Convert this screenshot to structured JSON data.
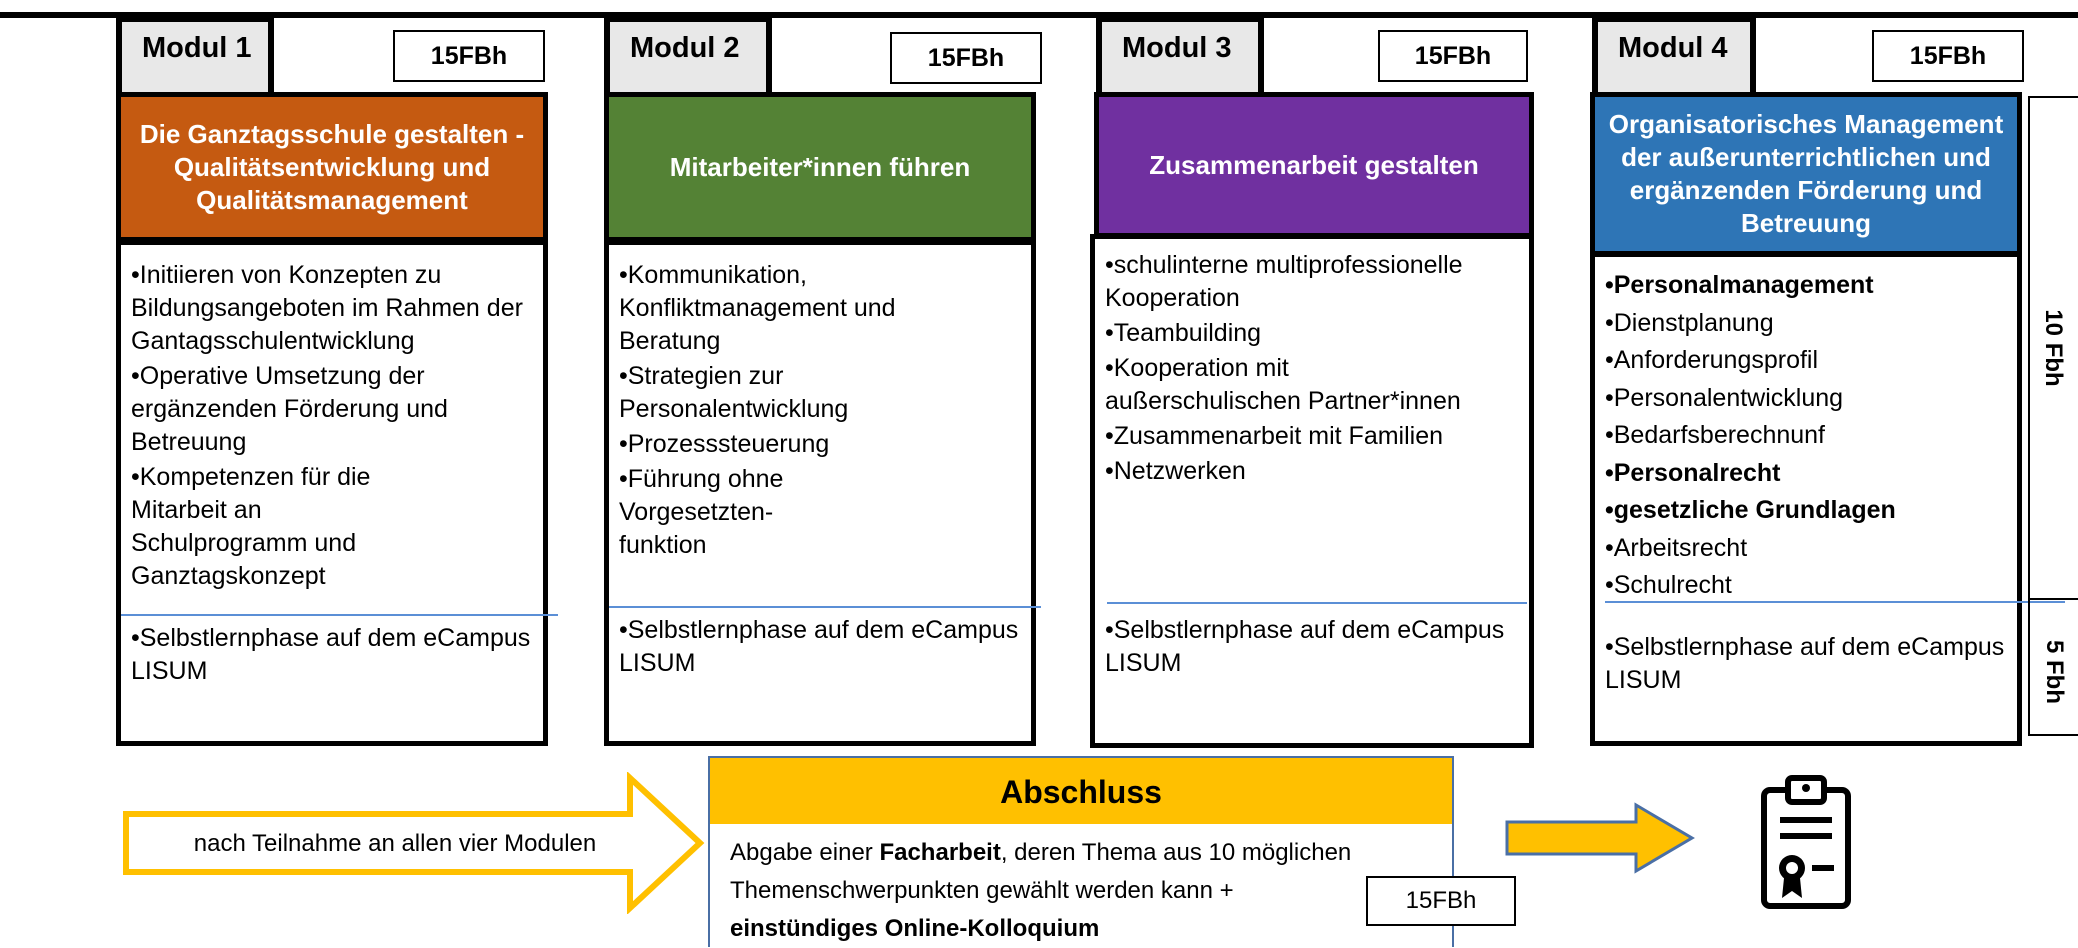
{
  "modules": [
    {
      "tab": "Modul 1",
      "hours": "15FBh",
      "title": "Die Ganztagsschule gestalten - Qualitätsentwicklung und Qualitätsmanagement",
      "color": "#c55a11",
      "items": [
        "•Initiieren von Konzepten zu Bildungsangeboten im Rahmen der Gantagsschulentwicklung",
        "•Operative Umsetzung der ergänzenden Förderung und Betreuung",
        "•Kompetenzen für die Mitarbeit an Schulprogramm und Ganztagskonzept"
      ],
      "self_study": "•Selbstlernphase auf dem eCampus LISUM"
    },
    {
      "tab": "Modul 2",
      "hours": "15FBh",
      "title": "Mitarbeiter*innen führen",
      "color": "#548235",
      "items": [
        "•Kommunikation, Konfliktmanagement und Beratung",
        "•Strategien zur Personalentwicklung",
        "•Prozesssteuerung",
        "•Führung ohne Vorgesetzten-funktion"
      ],
      "self_study": "•Selbstlernphase auf dem eCampus LISUM"
    },
    {
      "tab": "Modul 3",
      "hours": "15FBh",
      "title": "Zusammenarbeit gestalten",
      "color": "#7030a0",
      "items": [
        "•schulinterne multiprofessionelle Kooperation",
        "•Teambuilding",
        "•Kooperation mit außerschulischen Partner*innen",
        "•Zusammenarbeit mit Familien",
        "•Netzwerken"
      ],
      "self_study": "•Selbstlernphase auf dem eCampus LISUM"
    },
    {
      "tab": "Modul 4",
      "hours": "15FBh",
      "title": "Organisatorisches Management der außerunterrichtlichen und ergänzenden Förderung und Betreuung",
      "color": "#2e75b6",
      "items": [
        "•Personalmanagement",
        "•Dienstplanung",
        "•Anforderungsprofil",
        "•Personalentwicklung",
        "•Bedarfsberechnunf",
        "•Personalrecht",
        "•gesetzliche Grundlagen",
        "•Arbeitsrecht",
        "•Schulrecht"
      ],
      "bold_items": [
        0,
        5,
        6
      ],
      "self_study": "•Selbstlernphase auf dem eCampus LISUM"
    }
  ],
  "side_labels": {
    "upper": "10 Fbh",
    "lower": "5 Fbh"
  },
  "arrow_label": "nach Teilnahme an allen vier Modulen",
  "abschluss": {
    "title": "Abschluss",
    "text_1": "Abgabe einer ",
    "text_1_bold": "Facharbeit",
    "text_1_rest": ", deren Thema aus 10 möglichen",
    "text_2": "Themenschwerpunkten gewählt werden kann +",
    "text_3_bold": "einstündiges Online-Kolloquium",
    "hours": "15FBh"
  },
  "icons": {
    "certificate": "certificate-clipboard-icon"
  }
}
